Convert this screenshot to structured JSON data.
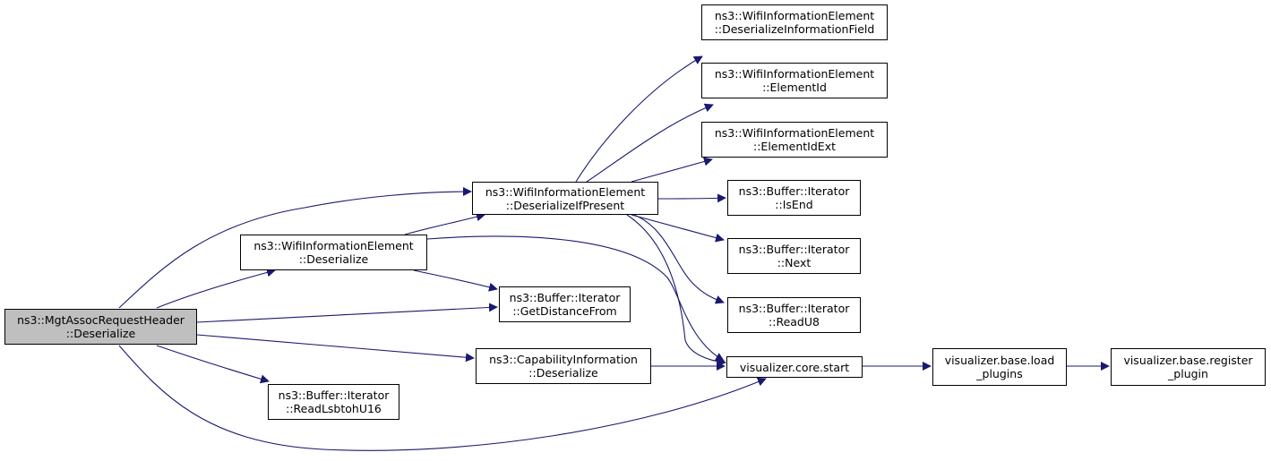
{
  "colors": {
    "edge": "#191970",
    "root_fill": "#bfbfbf",
    "node_fill": "#ffffff",
    "border": "#000000"
  },
  "nodes": {
    "root": {
      "line1": "ns3::MgtAssocRequestHeader",
      "line2": "::Deserialize"
    },
    "wie_deserialize": {
      "line1": "ns3::WifiInformationElement",
      "line2": "::Deserialize"
    },
    "wie_deserialize_if_present": {
      "line1": "ns3::WifiInformationElement",
      "line2": "::DeserializeIfPresent"
    },
    "get_distance_from": {
      "line1": "ns3::Buffer::Iterator",
      "line2": "::GetDistanceFrom"
    },
    "capability_deserialize": {
      "line1": "ns3::CapabilityInformation",
      "line2": "::Deserialize"
    },
    "read_lsbtoh_u16": {
      "line1": "ns3::Buffer::Iterator",
      "line2": "::ReadLsbtohU16"
    },
    "deserialize_information_field": {
      "line1": "ns3::WifiInformationElement",
      "line2": "::DeserializeInformationField"
    },
    "element_id": {
      "line1": "ns3::WifiInformationElement",
      "line2": "::ElementId"
    },
    "element_id_ext": {
      "line1": "ns3::WifiInformationElement",
      "line2": "::ElementIdExt"
    },
    "is_end": {
      "line1": "ns3::Buffer::Iterator",
      "line2": "::IsEnd"
    },
    "next": {
      "line1": "ns3::Buffer::Iterator",
      "line2": "::Next"
    },
    "read_u8": {
      "line1": "ns3::Buffer::Iterator",
      "line2": "::ReadU8"
    },
    "core_start": {
      "line1": "visualizer.core.start",
      "line2": ""
    },
    "load_plugins": {
      "line1": "visualizer.base.load",
      "line2": "_plugins"
    },
    "register_plugin": {
      "line1": "visualizer.base.register",
      "line2": "_plugin"
    }
  }
}
